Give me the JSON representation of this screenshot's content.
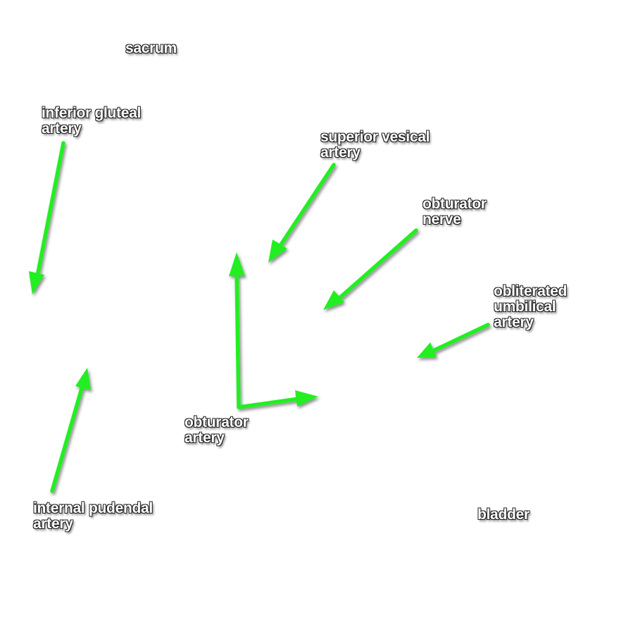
{
  "colors": {
    "arrow": "#22ee22",
    "label_text": "#ffffff",
    "label_outline": "#222222",
    "background": "#ffffff"
  },
  "labels": {
    "sacrum": "sacrum",
    "inferior_gluteal_artery": [
      "inferior gluteal",
      "artery"
    ],
    "superior_vesical_artery": [
      "superior vesical",
      "artery"
    ],
    "obturator_nerve": [
      "obturator",
      "nerve"
    ],
    "obliterated_umbilical_artery": [
      "obliterated",
      "umbilical",
      "artery"
    ],
    "obturator_artery": [
      "obturator",
      "artery"
    ],
    "internal_pudendal_artery": [
      "internal pudendal",
      "artery"
    ],
    "bladder": "bladder"
  }
}
